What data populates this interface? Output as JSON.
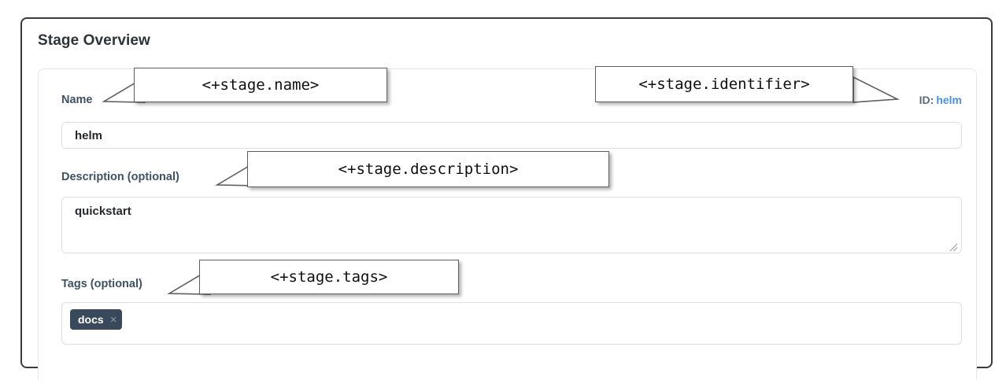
{
  "panel": {
    "title": "Stage Overview"
  },
  "identifier": {
    "key": "ID:",
    "value": "helm"
  },
  "fields": {
    "name": {
      "label": "Name",
      "value": "helm",
      "placeholder": ""
    },
    "description": {
      "label": "Description (optional)",
      "value": "quickstart",
      "placeholder": ""
    },
    "tags": {
      "label": "Tags (optional)",
      "placeholder": "",
      "chips": [
        {
          "text": "docs",
          "remove": "×"
        }
      ]
    }
  },
  "annotations": [
    {
      "text": "<+stage.name>"
    },
    {
      "text": "<+stage.identifier>"
    },
    {
      "text": "<+stage.description>"
    },
    {
      "text": "<+stage.tags>"
    }
  ],
  "colors": {
    "accent_link": "#4a90e2",
    "label": "#3f5265",
    "chip_bg": "#39495b",
    "frame": "#3b3b3b"
  }
}
